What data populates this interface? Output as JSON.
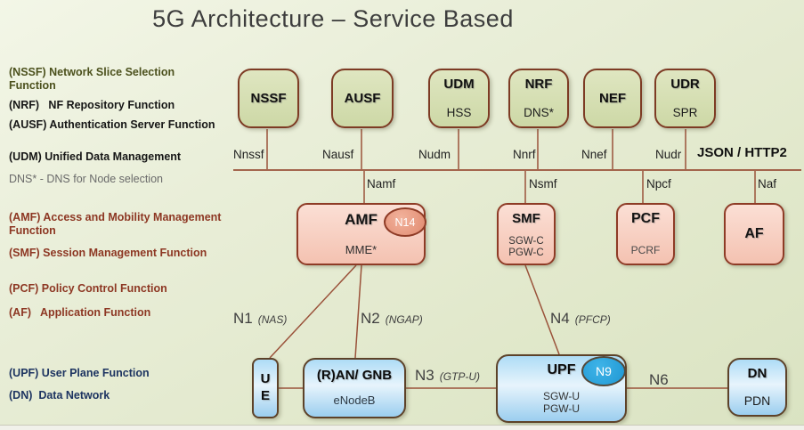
{
  "title": "5G Architecture – Service Based",
  "colors": {
    "background": "#e6ecd4",
    "connector_line": "#9a523a",
    "green_box_fill": "#d4ddb0",
    "green_box_border": "#7d3b24",
    "pink_box_fill": "#f7cec2",
    "pink_box_border": "#8e3b26",
    "blue_box_fill": "#bfe0f7",
    "blue_box_border": "#5d4229",
    "n14_badge_fill": "#ec9d86",
    "n9_badge_fill": "#29a3dd",
    "legend_green": "#4c511d",
    "legend_black": "#161616",
    "legend_gray": "#6a6a6a",
    "legend_maroon": "#8d3723",
    "legend_navy": "#1d3461"
  },
  "legend": {
    "items": [
      {
        "text": "(NSSF) Network Slice Selection Function"
      },
      {
        "text": "(NRF)   NF Repository Function"
      },
      {
        "text": "(AUSF) Authentication Server Function"
      },
      {
        "text": "(UDM) Unified Data Management"
      },
      {
        "text": "DNS* - DNS for Node selection"
      },
      {
        "text": "(AMF) Access and Mobility Management Function"
      },
      {
        "text": "(SMF) Session Management Function"
      },
      {
        "text": "(PCF) Policy Control Function"
      },
      {
        "text": "(AF)   Application Function"
      },
      {
        "text": "(UPF) User Plane Function"
      },
      {
        "text": "(DN)  Data Network"
      }
    ]
  },
  "bus": {
    "protocol_label": "JSON / HTTP2",
    "labels_above": [
      "Nnssf",
      "Nausf",
      "Nudm",
      "Nnrf",
      "Nnef",
      "Nudr"
    ],
    "labels_below": [
      "Namf",
      "Nsmf",
      "Npcf",
      "Naf"
    ]
  },
  "nodes": {
    "nssf": {
      "label": "NSSF"
    },
    "ausf": {
      "label": "AUSF"
    },
    "udm": {
      "label": "UDM",
      "sublabel": "HSS"
    },
    "nrf": {
      "label": "NRF",
      "sublabel": "DNS*"
    },
    "nef": {
      "label": "NEF"
    },
    "udr": {
      "label": "UDR",
      "sublabel": "SPR"
    },
    "amf": {
      "label": "AMF",
      "sublabel": "MME*",
      "badge": "N14"
    },
    "smf": {
      "label": "SMF",
      "sublabel1": "SGW-C",
      "sublabel2": "PGW-C"
    },
    "pcf": {
      "label": "PCF",
      "sublabel": "PCRF"
    },
    "af": {
      "label": "AF"
    },
    "ue": {
      "label1": "U",
      "label2": "E"
    },
    "ran": {
      "label": "(R)AN/ GNB",
      "sublabel": "eNodeB"
    },
    "upf": {
      "label": "UPF",
      "sublabel1": "SGW-U",
      "sublabel2": "PGW-U",
      "badge": "N9"
    },
    "dn": {
      "label": "DN",
      "sublabel": "PDN"
    }
  },
  "interfaces": {
    "n1": {
      "name": "N1",
      "protocol": "(NAS)"
    },
    "n2": {
      "name": "N2",
      "protocol": "(NGAP)"
    },
    "n3": {
      "name": "N3",
      "protocol": "(GTP-U)"
    },
    "n4": {
      "name": "N4",
      "protocol": "(PFCP)"
    },
    "n6": {
      "name": "N6"
    }
  }
}
